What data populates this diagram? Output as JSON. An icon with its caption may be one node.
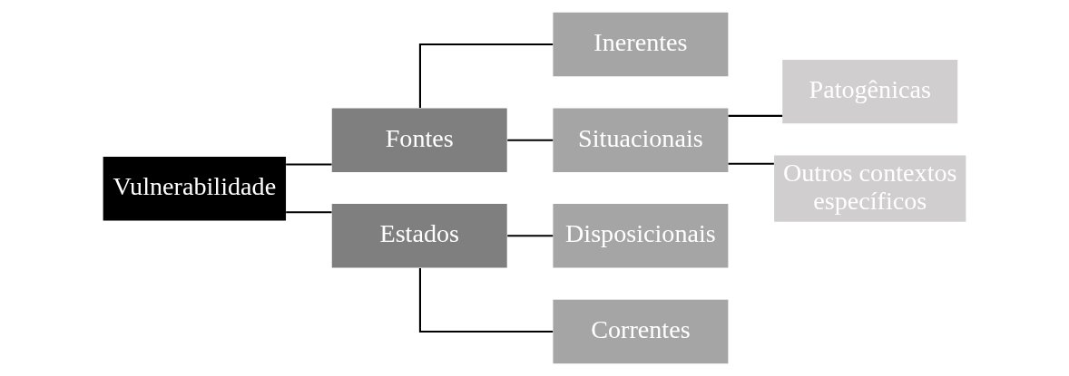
{
  "diagram": {
    "nodes": [
      {
        "text": [
          "Vulnerabilidade"
        ]
      },
      {
        "text": [
          "Fontes"
        ]
      },
      {
        "text": [
          "Estados"
        ]
      },
      {
        "text": [
          "Inerentes"
        ]
      },
      {
        "text": [
          "Situacionais"
        ]
      },
      {
        "text": [
          "Patogênicas"
        ]
      },
      {
        "text": [
          "Outros contextos específicos"
        ]
      },
      {
        "text": [
          "Disposicionais"
        ]
      },
      {
        "text": [
          "Correntes"
        ]
      }
    ],
    "edges": [
      {
        "from": 0,
        "to": 1,
        "arrow": "none"
      },
      {
        "from": 0,
        "to": 2,
        "arrow": "none"
      },
      {
        "from": 1,
        "to": 3,
        "arrow": "none"
      },
      {
        "from": 1,
        "to": 4,
        "arrow": "none"
      },
      {
        "from": 4,
        "to": 5,
        "arrow": "none"
      },
      {
        "from": 4,
        "to": 6,
        "arrow": "none"
      },
      {
        "from": 2,
        "to": 7,
        "arrow": "none"
      },
      {
        "from": 2,
        "to": 8,
        "arrow": "none"
      }
    ]
  }
}
